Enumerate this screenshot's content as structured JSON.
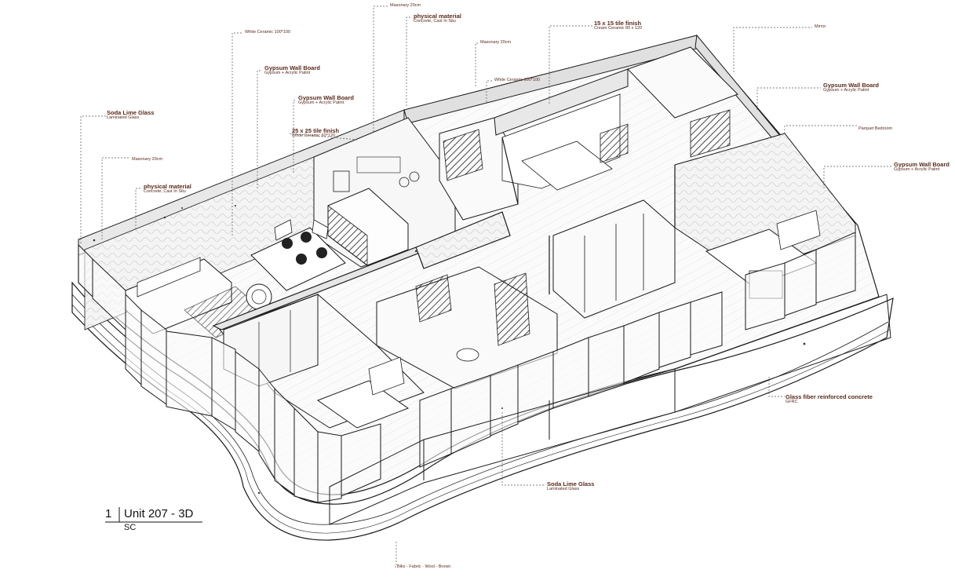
{
  "drawing": {
    "view_number": "1",
    "view_name": "Unit 207 - 3D",
    "view_scale": "SC"
  },
  "annotations": {
    "masonary_top": {
      "title": "",
      "subtitle": "Masonary 20cm"
    },
    "physical_material_top": {
      "title": "physical material",
      "subtitle": "Concrete, Cast In Situ"
    },
    "white_ceramic_left": {
      "title": "",
      "subtitle": "White Ceramic 100*100"
    },
    "masonary_mid": {
      "title": "",
      "subtitle": "Masonary 20cm"
    },
    "tile_15": {
      "title": "15 x 15 tile finish",
      "subtitle": "Cream Ceramic 80 x 120"
    },
    "mirror": {
      "title": "",
      "subtitle": "Mirror"
    },
    "gypsum_left": {
      "title": "Gypsum Wall Board",
      "subtitle": "Gypsum + Acrylic Patint"
    },
    "gypsum_center": {
      "title": "Gypsum Wall Board",
      "subtitle": "Gypsum + Acrylic Patint"
    },
    "white_ceramic_center": {
      "title": "",
      "subtitle": "White Ceramic 100*100"
    },
    "gypsum_right_upper": {
      "title": "Gypsum Wall Board",
      "subtitle": "Gypsum + Acrylic Patint"
    },
    "soda_lime_left": {
      "title": "Soda Lime Glass",
      "subtitle": "Laminated Glass"
    },
    "tile_25": {
      "title": "25 x 25 tile finish",
      "subtitle": "White Ceramic 60*120"
    },
    "parquet": {
      "title": "",
      "subtitle": "Parquet Bedroom"
    },
    "masonary_left": {
      "title": "",
      "subtitle": "Masonary 20cm"
    },
    "gypsum_right": {
      "title": "Gypsum Wall Board",
      "subtitle": "Gypsum + Acrylic Patint"
    },
    "physical_material_left": {
      "title": "physical material",
      "subtitle": "Concrete, Cast In Situ"
    },
    "gfrc": {
      "title": "Glass fiber reinforced concrete",
      "subtitle": "GFRC"
    },
    "soda_lime_bottom": {
      "title": "Soda Lime Glass",
      "subtitle": "Laminated Glass"
    },
    "blinds": {
      "title": "",
      "subtitle": "Blks - Fabric - Wool - Brown"
    }
  },
  "colors": {
    "annotation_text": "#5a2a1c",
    "leader_line": "#555555",
    "drawing_line": "#1a1a1a",
    "wall_fill": "#f2f2f2",
    "glass_fill": "#fafafa"
  }
}
